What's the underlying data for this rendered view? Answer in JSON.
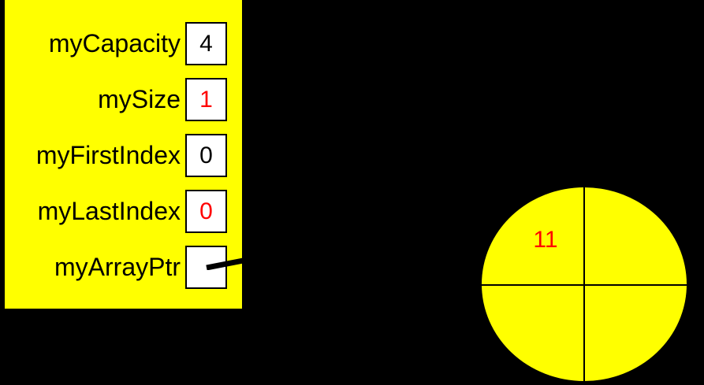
{
  "diagram": {
    "title": "Array-based queue structure diagram",
    "background_color": "#000000",
    "struct": {
      "name": "queue-struct",
      "fill_color": "#FFFF00",
      "fields": [
        {
          "label": "myCapacity",
          "value": "4",
          "value_color": "#000000"
        },
        {
          "label": "mySize",
          "value": "1",
          "value_color": "#FF0000"
        },
        {
          "label": "myFirstIndex",
          "value": "0",
          "value_color": "#000000"
        },
        {
          "label": "myLastIndex",
          "value": "0",
          "value_color": "#FF0000"
        },
        {
          "label": "myArrayPtr",
          "value": "",
          "value_color": "#000000"
        }
      ]
    },
    "pointer": {
      "name": "myArrayPtr-pointer",
      "from_field": "myArrayPtr",
      "color": "#000000"
    },
    "array_circle": {
      "name": "array-storage",
      "fill_color": "#FFFF00",
      "divider_color": "#000000",
      "slot_count": 4,
      "slots": [
        {
          "index": 0,
          "value": "11",
          "value_color": "#FF0000",
          "quadrant": "top-left"
        },
        {
          "index": 1,
          "value": "",
          "value_color": "#FF0000",
          "quadrant": "top-right"
        },
        {
          "index": 2,
          "value": "",
          "value_color": "#FF0000",
          "quadrant": "bottom-left"
        },
        {
          "index": 3,
          "value": "",
          "value_color": "#FF0000",
          "quadrant": "bottom-right"
        }
      ]
    }
  }
}
